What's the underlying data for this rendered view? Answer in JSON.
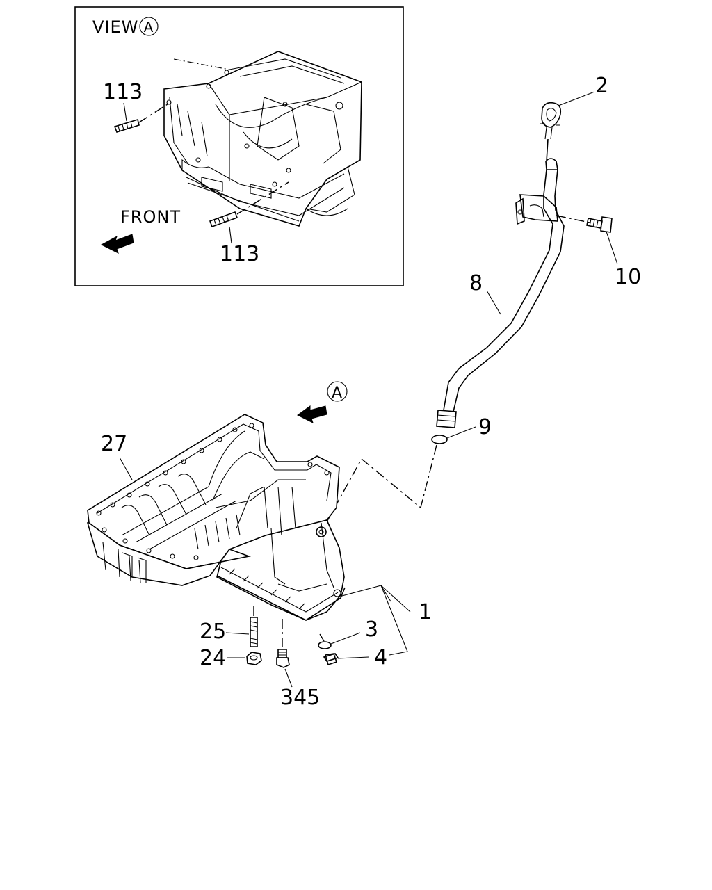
{
  "inset": {
    "view_label": "VIEW",
    "view_marker": "A",
    "front_label": "FRONT",
    "callout_stud_top": "113",
    "callout_stud_bottom": "113"
  },
  "main": {
    "view_marker": "A",
    "callouts": {
      "dipstick": "2",
      "bolt": "10",
      "guide_tube": "8",
      "o_ring": "9",
      "oil_pan": "27",
      "drain_plug_group": "1",
      "washer": "3",
      "drain_plug": "4",
      "stud": "25",
      "nut": "24",
      "plug": "345"
    }
  }
}
